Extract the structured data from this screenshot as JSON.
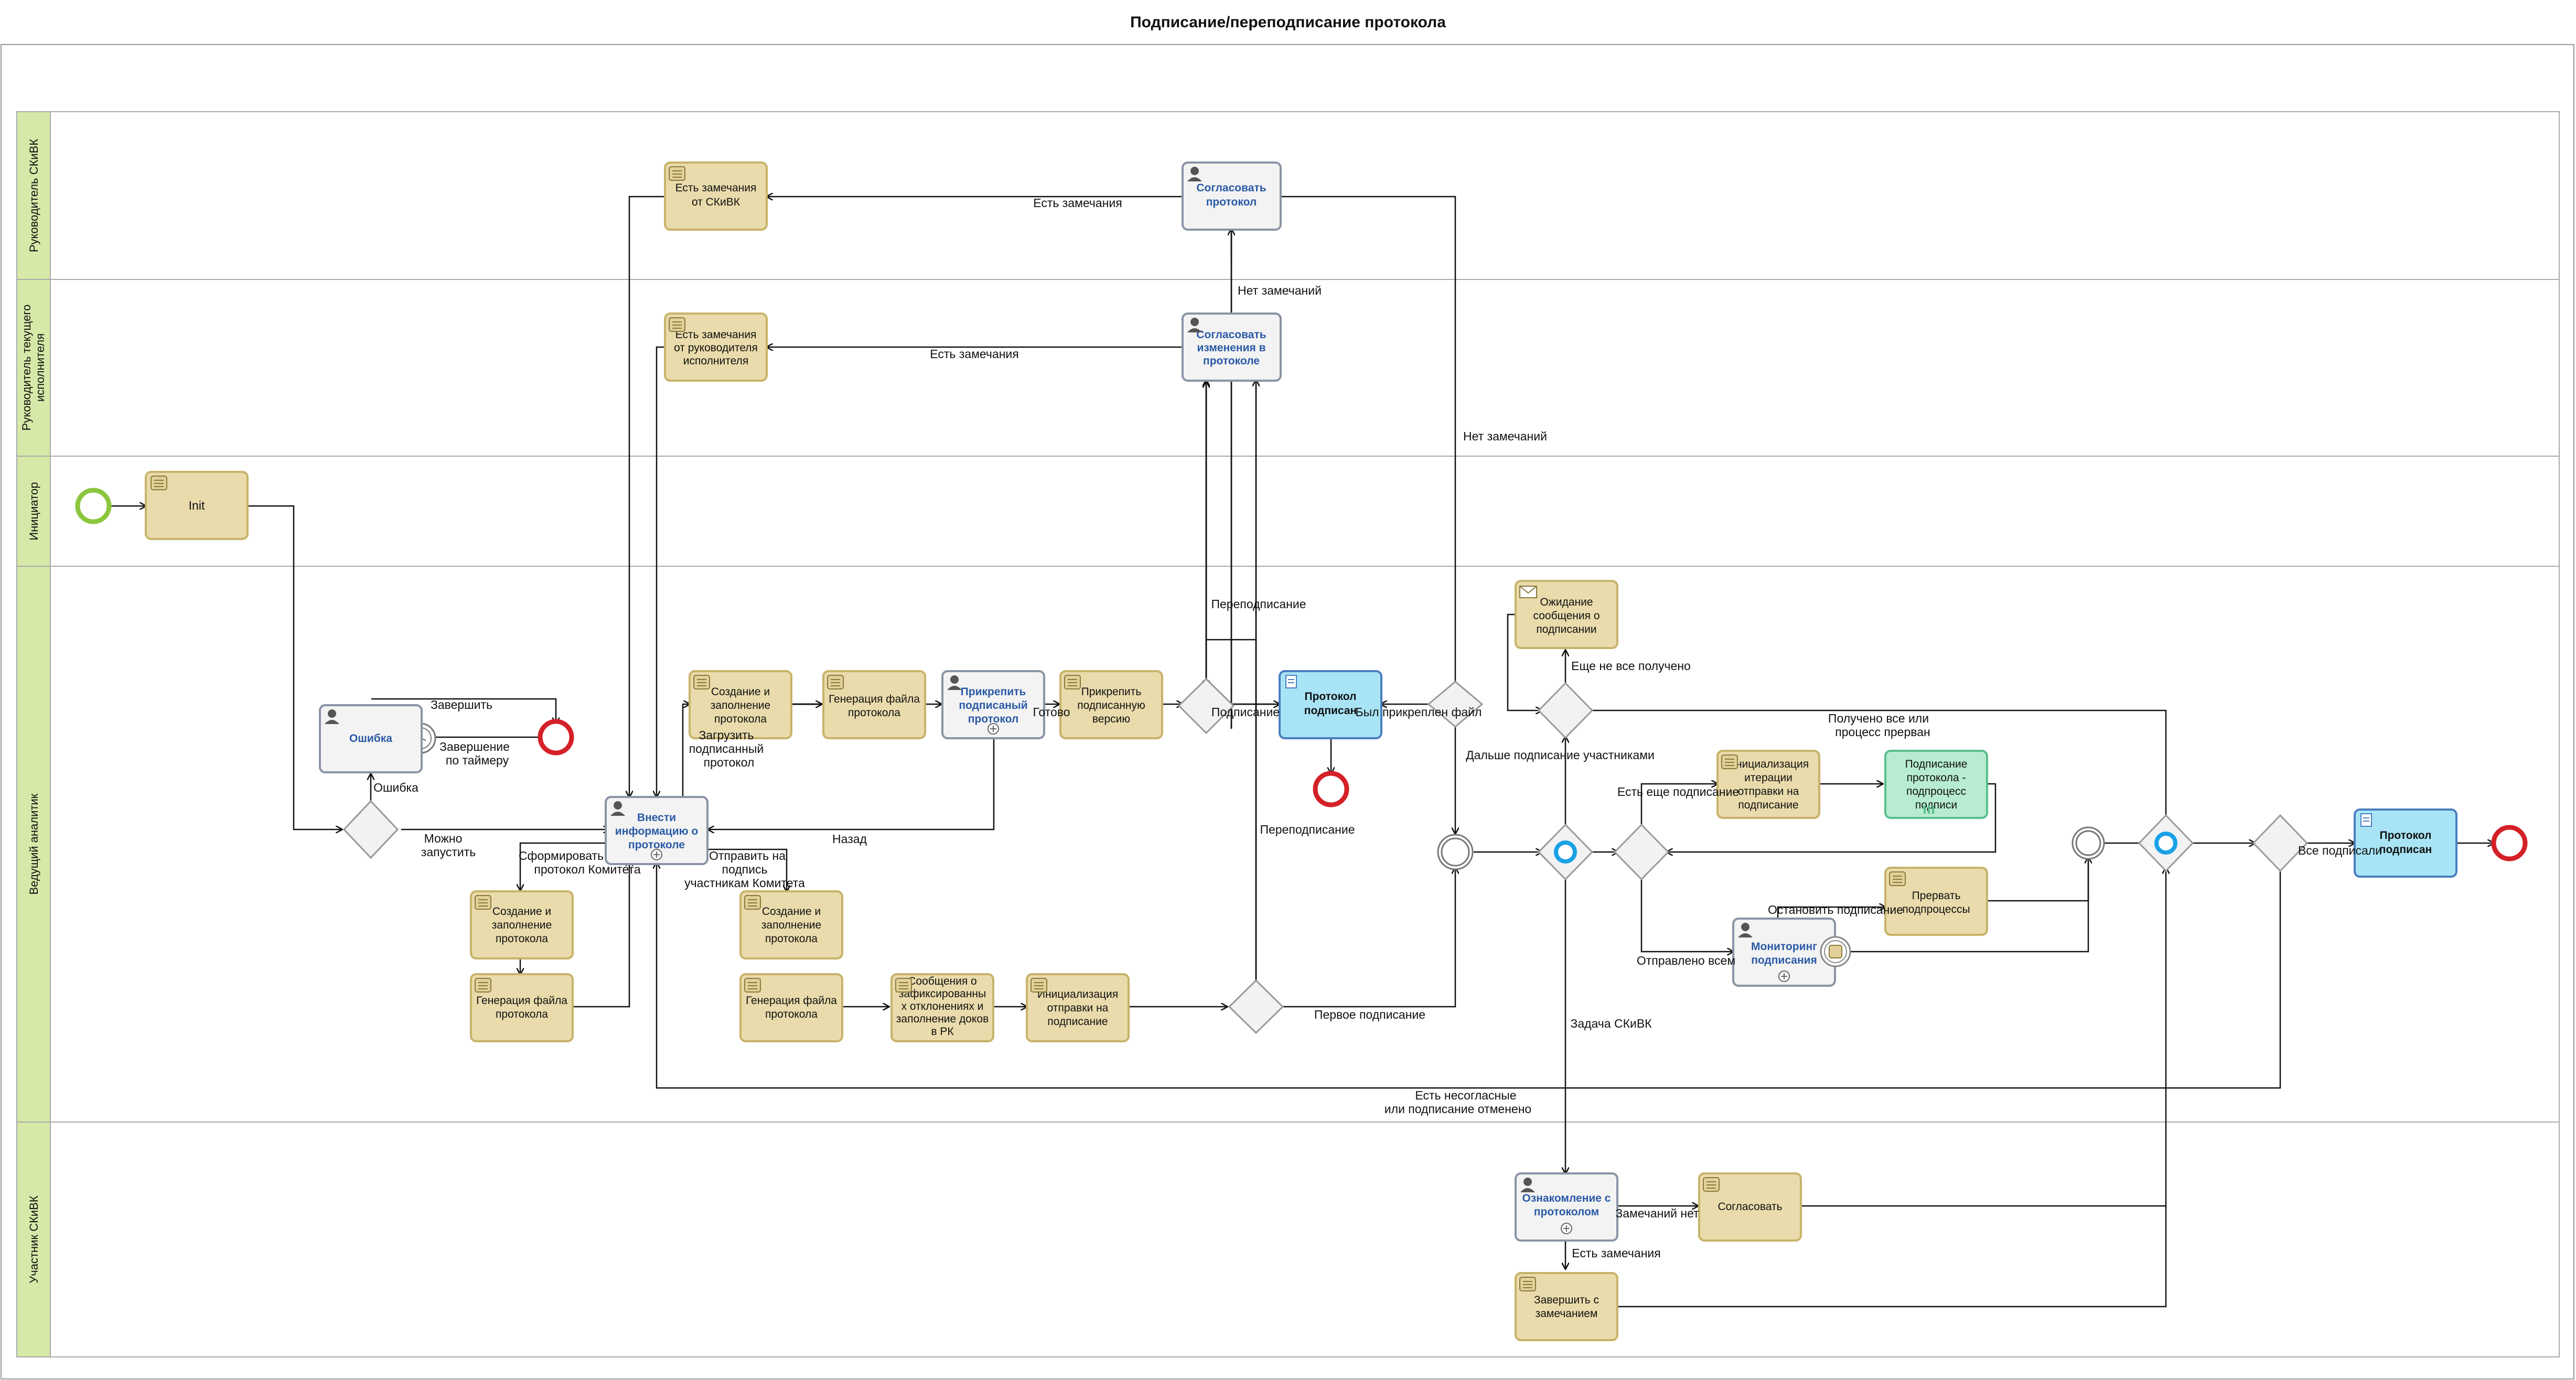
{
  "title": "Подписание/переподписание протокола",
  "colors": {
    "task_fill": "#e9dbab",
    "task_stroke": "#c8b36a",
    "user_fill": "#f3f3f3",
    "user_stroke": "#8a94a6",
    "blue_fill": "#a8e4f6",
    "blue_stroke": "#4a7fbf",
    "green_fill": "#b7ecd0",
    "green_stroke": "#5bbf8c",
    "start_event": "#8cc63f",
    "end_event": "#d42027",
    "lane_header": "#d6e9a8"
  },
  "lanes": [
    {
      "name": "Руководитель СКиВК"
    },
    {
      "name": "Руководитель текущего исполнителя"
    },
    {
      "name": "Инициатор"
    },
    {
      "name": "Ведущий аналитик"
    },
    {
      "name": "Участник СКиВК"
    }
  ],
  "tasks": {
    "init": {
      "label": "Init"
    },
    "soglasovat_prot": {
      "label1": "Согласовать",
      "label2": "протокол"
    },
    "est_zam_skivk": {
      "label1": "Есть замечания",
      "label2": "от СКиВК"
    },
    "soglasovat_izm": {
      "label1": "Согласовать",
      "label2": "изменения в",
      "label3": "протоколе"
    },
    "est_zam_ruk": {
      "label1": "Есть замечания",
      "label2": "от руководителя",
      "label3": "исполнителя"
    },
    "oshibka": {
      "label": "Ошибка"
    },
    "vnesti": {
      "label1": "Внести",
      "label2": "информацию о",
      "label3": "протоколе"
    },
    "sozd1": {
      "label1": "Создание и",
      "label2": "заполнение",
      "label3": "протокола"
    },
    "gen1": {
      "label1": "Генерация файла",
      "label2": "протокола"
    },
    "prikrepit_podp": {
      "label1": "Прикрепить",
      "label2": "подписаный",
      "label3": "протокол"
    },
    "prikrepit_vers": {
      "label1": "Прикрепить",
      "label2": "подписанную",
      "label3": "версию"
    },
    "protokol_podp1": {
      "label1": "Протокол",
      "label2": "подписан"
    },
    "ozhidanie": {
      "label1": "Ожидание",
      "label2": "сообщения о",
      "label3": "подписании"
    },
    "sozd2": {
      "label1": "Создание и",
      "label2": "заполнение",
      "label3": "протокола"
    },
    "gen2": {
      "label1": "Генерация файла",
      "label2": "протокола"
    },
    "sozd3": {
      "label1": "Создание и",
      "label2": "заполнение",
      "label3": "протокола"
    },
    "gen3": {
      "label1": "Генерация файла",
      "label2": "протокола"
    },
    "soobsh": {
      "label1": "Сообщения о",
      "label2": "зафиксированны",
      "label3": "х отклонениях и",
      "label4": "заполнение доков",
      "label5": "в РК"
    },
    "init_otpr": {
      "label1": "Инициализация",
      "label2": "отправки на",
      "label3": "подписание"
    },
    "init_iter": {
      "label1": "Инициализация",
      "label2": "итерации",
      "label3": "отправки на",
      "label4": "подписание"
    },
    "podpisanie_sub": {
      "label1": "Подписание",
      "label2": "протокола -",
      "label3": "подпроцесс",
      "label4": "подписи"
    },
    "prervat": {
      "label1": "Прервать",
      "label2": "подпроцессы"
    },
    "monitoring": {
      "label1": "Мониторинг",
      "label2": "подписания"
    },
    "protokol_podp2": {
      "label1": "Протокол",
      "label2": "подписан"
    },
    "oznakomlenie": {
      "label1": "Ознакомление с",
      "label2": "протоколом"
    },
    "soglasovat2": {
      "label": "Согласовать"
    },
    "zavershit_zam": {
      "label1": "Завершить с",
      "label2": "замечанием"
    }
  },
  "flow_labels": {
    "est_zam1": "Есть замечания",
    "est_zam2": "Есть замечания",
    "net_zam1": "Нет замечаний",
    "net_zam2": "Нет замечаний",
    "zavershit": "Завершить",
    "zav_timer1": "Завершение",
    "zav_timer2": "по таймеру",
    "oshibka": "Ошибка",
    "mozhno1": "Можно",
    "mozhno2": "запустить",
    "zagruzit1": "Загрузить",
    "zagruzit2": "подписанный",
    "zagruzit3": "протокол",
    "sform1": "Сформировать",
    "sform2": "протокол Комитета",
    "otpr1": "Отправить на",
    "otpr2": "подпись",
    "otpr3": "участникам Комитета",
    "nazad": "Назад",
    "gotovo": "Готово",
    "podpisanie": "Подписание",
    "pereposdp1": "Переподписание",
    "pereposdp2": "Переподписание",
    "byl_prikr": "Был прикреплен файл",
    "dalshe": "Дальше подписание участниками",
    "eshe_ne_vse": "Еще не все получено",
    "polucheno1": "Получено все или",
    "polucheno2": "процесс прерван",
    "est_eshe": "Есть еще подписание",
    "ostanovit": "Остановить подписание",
    "otpravleno": "Отправлено всем",
    "pervoe": "Первое подписание",
    "zadacha": "Задача СКиВК",
    "est_nesogl1": "Есть несогласные",
    "est_nesogl2": "или подписание отменено",
    "zam_net": "Замечаний нет",
    "est_zam3": "Есть замечания",
    "vse_podp": "Все подписали"
  }
}
